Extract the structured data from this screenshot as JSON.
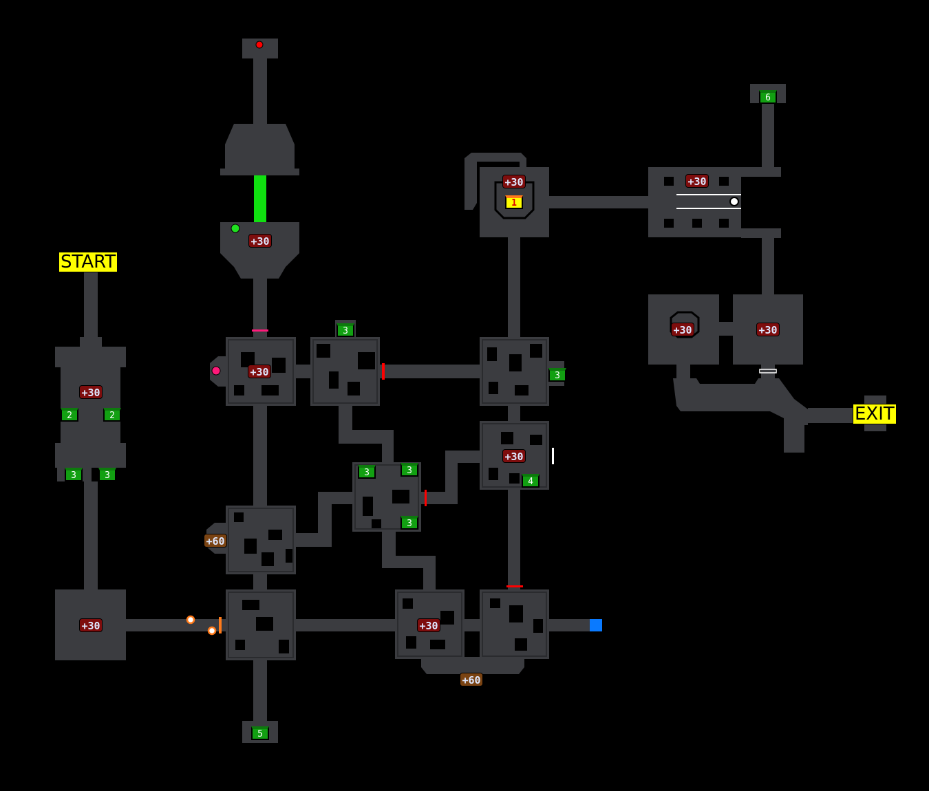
{
  "labels": {
    "start": "START",
    "exit": "EXIT"
  },
  "badges30": [
    "+30",
    "+30",
    "+30",
    "+30",
    "+30",
    "+30",
    "+30",
    "+30",
    "+30",
    "+30"
  ],
  "badges60": [
    "+60",
    "+60"
  ],
  "chests": [
    "3",
    "2",
    "2",
    "3",
    "3",
    "3",
    "3",
    "3",
    "3",
    "4",
    "5",
    "6"
  ],
  "key_chest": "1",
  "colors": {
    "floor": "#3b3c40",
    "background": "#000000",
    "bonus30": "#7e0d0d",
    "bonus60": "#7a4312",
    "chest": "#12a012",
    "key_chest": "#ffff00",
    "label": "#ffff00",
    "door_red": "#ff0000",
    "door_pink": "#ff1a7a",
    "door_orange": "#ff7a1a",
    "exit_marker": "#0a7aff",
    "green_gate": "#10e010"
  },
  "icons": {
    "badge": "plus-bonus-icon",
    "chest": "treasure-chest-icon",
    "dot": "switch-orb-icon",
    "ring": "ring-marker-icon",
    "square": "teleport-square-icon"
  }
}
